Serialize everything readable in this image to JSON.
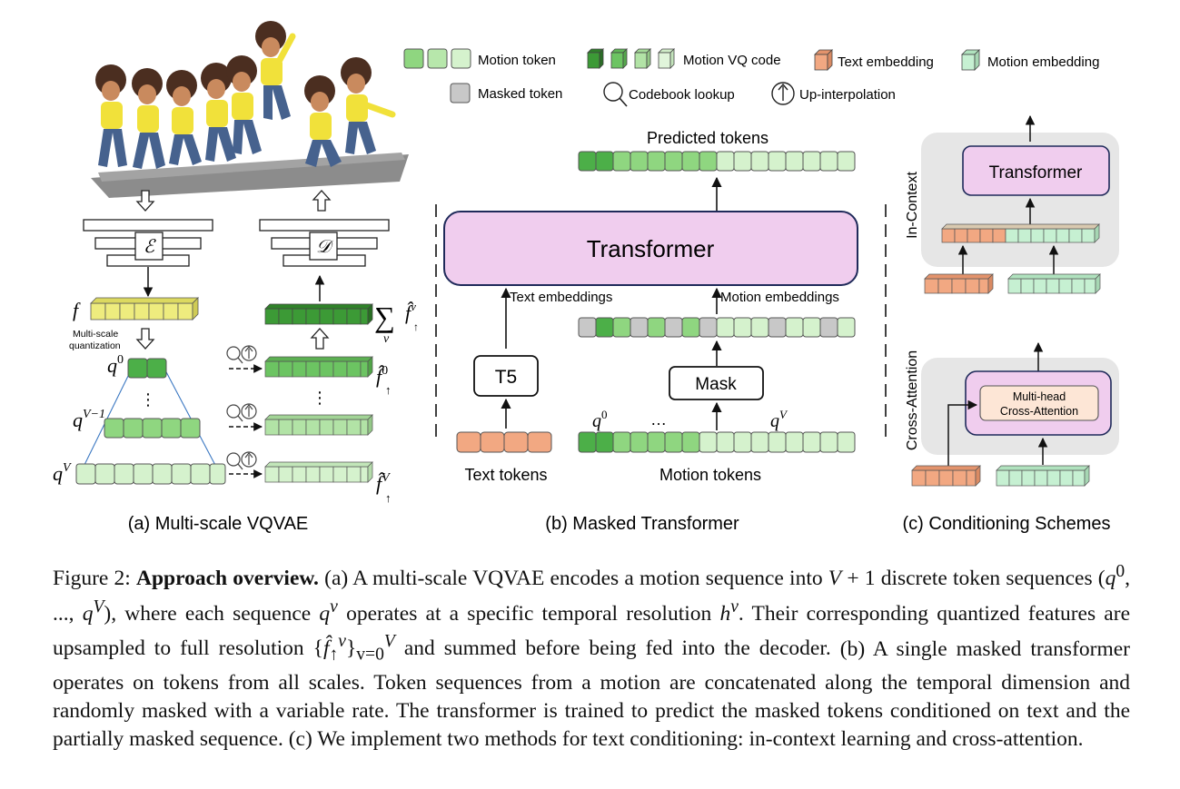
{
  "legend": {
    "motion_token": "Motion token",
    "motion_vq_code": "Motion VQ code",
    "text_embedding": "Text embedding",
    "motion_embedding": "Motion embedding",
    "masked_token": "Masked token",
    "codebook_lookup": "Codebook lookup",
    "up_interpolation": "Up-interpolation"
  },
  "panel_a": {
    "encoder": "ℰ",
    "decoder": "𝒟",
    "f_label": "f",
    "quantization_1": "Multi-scale",
    "quantization_2": "quantization",
    "q0": "q",
    "q0_sup": "0",
    "qv1": "q",
    "qv1_sup": "V−1",
    "qv": "q",
    "qv_sup": "V",
    "sum_symbol": "∑",
    "sum_var": "v",
    "fhat": "f̂",
    "fhat_sub": "↑",
    "fhat_sup_v": "v",
    "fhat_sup_0": "0",
    "fhat_sup_V": "V",
    "dots": "⋮",
    "caption": "(a) Multi-scale VQVAE"
  },
  "panel_b": {
    "predicted_tokens": "Predicted tokens",
    "transformer": "Transformer",
    "text_embeddings": "Text embeddings",
    "motion_embeddings": "Motion embeddings",
    "t5": "T5",
    "mask": "Mask",
    "q0": "q",
    "q0_sup": "0",
    "qV": "q",
    "qV_sup": "V",
    "ellipsis": "…",
    "text_tokens": "Text tokens",
    "motion_tokens": "Motion tokens",
    "caption": "(b) Masked Transformer"
  },
  "panel_c": {
    "in_context": "In-Context",
    "transformer": "Transformer",
    "cross_attention": "Cross-Attention",
    "mha_1": "Multi-head",
    "mha_2": "Cross-Attention",
    "caption": "(c) Conditioning Schemes"
  },
  "colors": {
    "token_dark": "#4caf48",
    "token_mid": "#8fd680",
    "token_light": "#d5f2cd",
    "vq_dark": "#3c9a36",
    "text_embed": "#f2a882",
    "motion_embed": "#c6f0d2",
    "masked": "#c8c8c8",
    "transformer_fill": "#f0cdee",
    "transformer_stroke": "#1f2a5a",
    "feature_yellow": "#eeec7e",
    "panel_bg": "#e6e6e6"
  },
  "caption": {
    "figure_label": "Figure 2:",
    "title": "Approach overview.",
    "a_1": "(a) A multi-scale VQVAE encodes a motion sequence into",
    "a_V1": "V",
    "a_2": "+ 1 discrete token sequences (",
    "a_q0": "q",
    "a_q0_sup": "0",
    "a_3": ", ...,",
    "a_qV": "q",
    "a_qV_sup": "V",
    "a_4": "), where each sequence",
    "a_qv": "q",
    "a_qv_sup": "v",
    "a_5": "operates at a specific temporal resolution",
    "a_h": "h",
    "a_h_sup": "v",
    "a_6": ". Their corresponding quantized features are upsampled to full resolution {",
    "a_f": "f̂",
    "a_f_sub": "↑",
    "a_f_sup": "v",
    "a_7": "}",
    "a_set_sub": "v=0",
    "a_set_sup": "V",
    "a_8": "and summed before being fed into the decoder.",
    "b": "(b) A single masked transformer operates on tokens from all scales. Token sequences from a motion are concatenated along the temporal dimension and randomly masked with a variable rate. The transformer is trained to predict the masked tokens conditioned on text and the partially masked sequence.",
    "c": "(c) We implement two methods for text conditioning: in-context learning and cross-attention."
  }
}
